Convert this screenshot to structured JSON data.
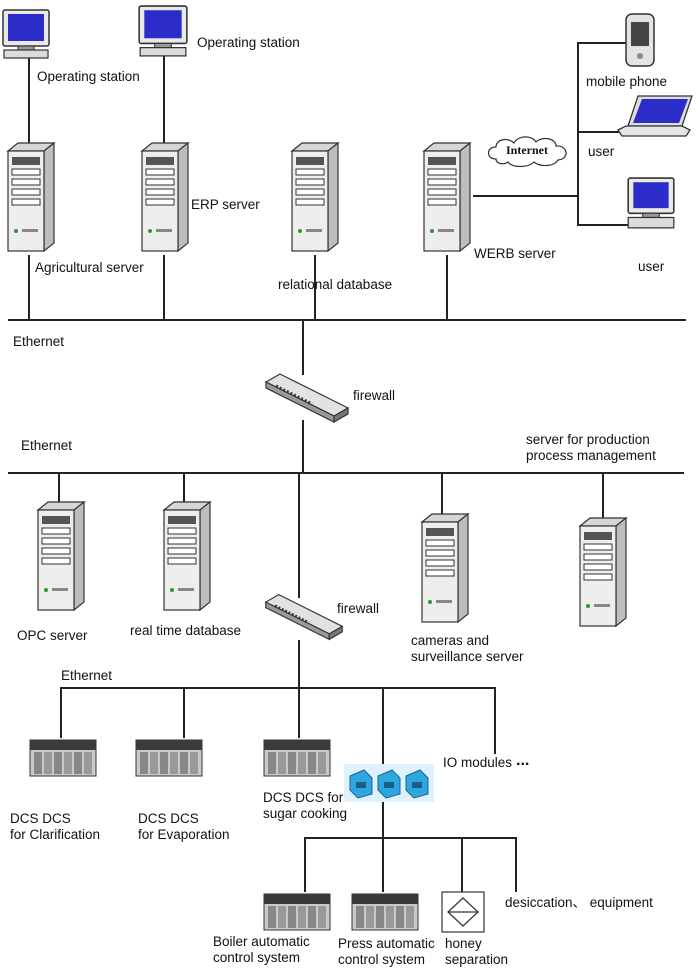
{
  "title": "",
  "labels": {
    "operating_station_1": "Operating station",
    "operating_station_2": "Operating station",
    "agricultural_server": "Agricultural server",
    "erp_server": "ERP server",
    "relational_database": "relational database",
    "werb_server": "WERB server",
    "internet": "Internet",
    "mobile_phone": "mobile phone",
    "user_laptop": "user",
    "user_desktop": "user",
    "ethernet_top": "Ethernet",
    "firewall_1": "firewall",
    "ethernet_mid": "Ethernet",
    "production_server_line1": "server for production",
    "production_server_line2": "process management",
    "opc_server": "OPC server",
    "real_time_database": "real time database",
    "firewall_2": "firewall",
    "cameras_line1": "cameras and",
    "cameras_line2": "surveillance server",
    "ethernet_bottom": "Ethernet",
    "io_modules": "IO modules",
    "io_ellipsis": "...",
    "dcs_clarification_line1": "DCS DCS",
    "dcs_clarification_line2": "for Clarification",
    "dcs_evaporation_line1": "DCS DCS",
    "dcs_evaporation_line2": "for Evaporation",
    "dcs_sugar_line1": "DCS DCS for",
    "dcs_sugar_line2": "sugar cooking",
    "desiccation": "desiccation、 equipment",
    "boiler_line1": "Boiler automatic",
    "boiler_line2": "control system",
    "press_line1": "Press automatic",
    "press_line2": "control system",
    "honey_line1": "honey",
    "honey_line2": "separation"
  },
  "icons": {
    "server": "server-tower-icon",
    "monitor": "desktop-computer-icon",
    "laptop": "laptop-icon",
    "phone": "mobile-phone-icon",
    "cloud": "internet-cloud-icon",
    "firewall": "firewall-icon",
    "plc": "plc-controller-icon",
    "io": "io-module-icon",
    "separator": "honey-separator-icon"
  },
  "colors": {
    "line": "#222222",
    "screen": "#2c2cc8",
    "io_module": "#2ea6e0"
  }
}
